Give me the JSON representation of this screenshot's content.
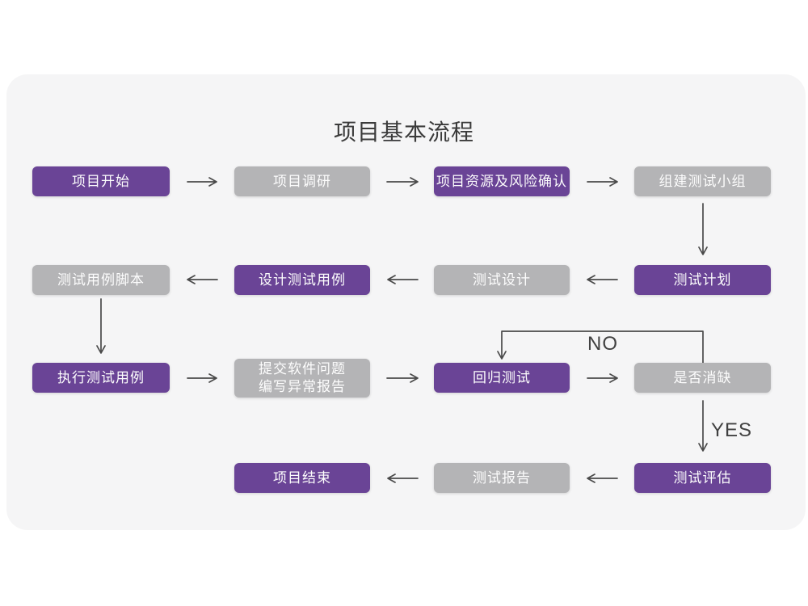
{
  "header": {
    "title": "项目基本流程"
  },
  "colors": {
    "accent_purple": "#6a4496",
    "node_gray": "#b4b4b6",
    "card_background": "#f5f5f6",
    "arrow": "#4a4a4a"
  },
  "flowchart": {
    "nodes": [
      {
        "id": "project-start",
        "label": "项目开始",
        "variant": "purple"
      },
      {
        "id": "project-research",
        "label": "项目调研",
        "variant": "gray"
      },
      {
        "id": "resource-risk",
        "label": "项目资源及风险确认",
        "variant": "purple"
      },
      {
        "id": "build-test-team",
        "label": "组建测试小组",
        "variant": "gray"
      },
      {
        "id": "test-plan",
        "label": "测试计划",
        "variant": "purple"
      },
      {
        "id": "test-design",
        "label": "测试设计",
        "variant": "gray"
      },
      {
        "id": "design-test-case",
        "label": "设计测试用例",
        "variant": "purple"
      },
      {
        "id": "test-case-script",
        "label": "测试用例脚本",
        "variant": "gray"
      },
      {
        "id": "execute-test-case",
        "label": "执行测试用例",
        "variant": "purple"
      },
      {
        "id": "submit-issue",
        "label": "提交软件问题\n编写异常报告",
        "variant": "gray"
      },
      {
        "id": "regression-test",
        "label": "回归测试",
        "variant": "purple"
      },
      {
        "id": "defect-cleared",
        "label": "是否消缺",
        "variant": "gray"
      },
      {
        "id": "test-evaluate",
        "label": "测试评估",
        "variant": "purple"
      },
      {
        "id": "test-report",
        "label": "测试报告",
        "variant": "gray"
      },
      {
        "id": "project-end",
        "label": "项目结束",
        "variant": "purple"
      }
    ],
    "edge_labels": {
      "no": "NO",
      "yes": "YES"
    }
  }
}
